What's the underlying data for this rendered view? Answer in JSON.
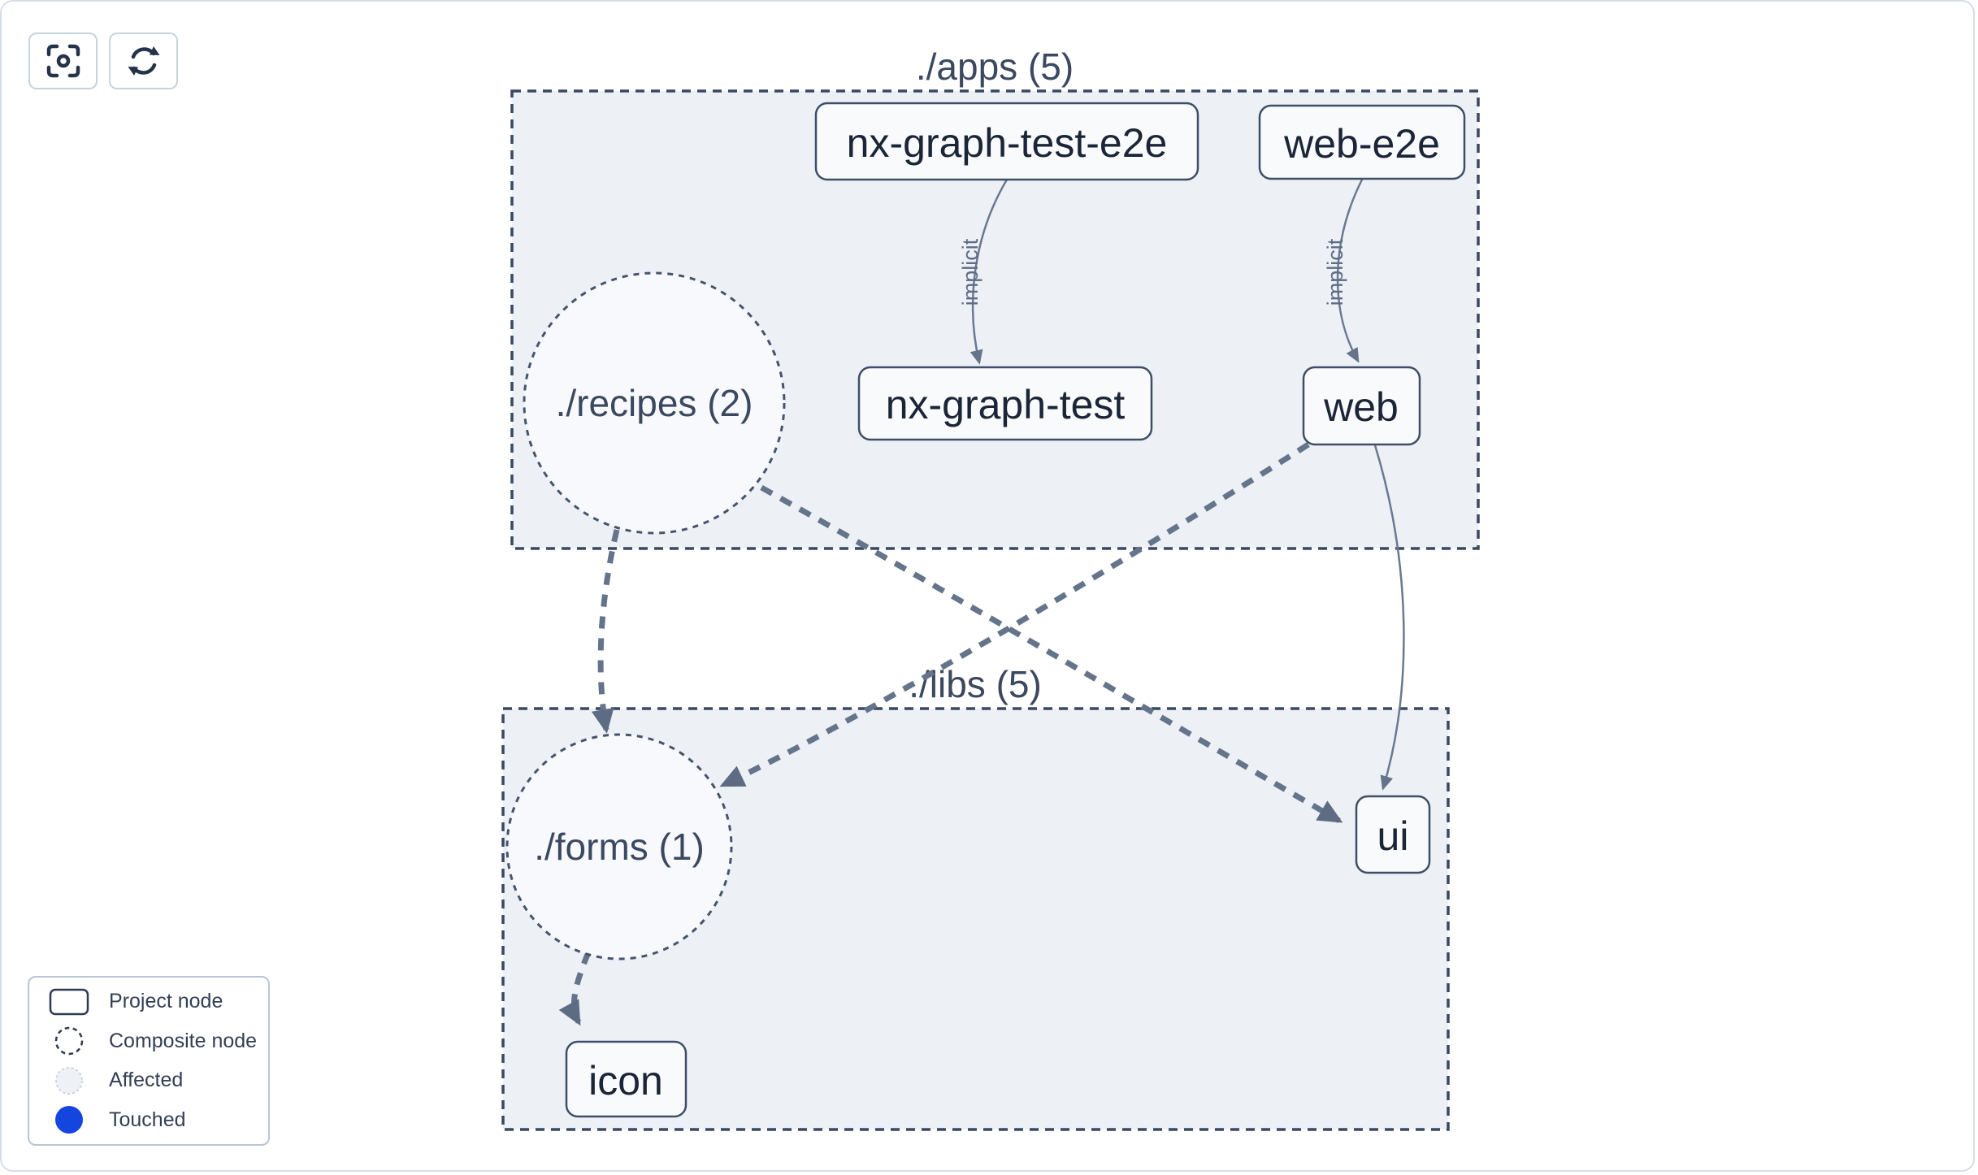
{
  "toolbar": {
    "focus_button": {
      "icon": "focus-viewfinder-icon"
    },
    "refresh_button": {
      "icon": "refresh-cycle-icon"
    }
  },
  "graph": {
    "clusters": [
      {
        "id": "apps",
        "label": "./apps (5)"
      },
      {
        "id": "libs",
        "label": "./libs (5)"
      }
    ],
    "nodes": [
      {
        "id": "nx-graph-test-e2e",
        "label": "nx-graph-test-e2e",
        "type": "project"
      },
      {
        "id": "web-e2e",
        "label": "web-e2e",
        "type": "project"
      },
      {
        "id": "nx-graph-test",
        "label": "nx-graph-test",
        "type": "project"
      },
      {
        "id": "web",
        "label": "web",
        "type": "project"
      },
      {
        "id": "recipes",
        "label": "./recipes (2)",
        "type": "composite"
      },
      {
        "id": "forms",
        "label": "./forms (1)",
        "type": "composite"
      },
      {
        "id": "ui",
        "label": "ui",
        "type": "project"
      },
      {
        "id": "icon",
        "label": "icon",
        "type": "project"
      }
    ],
    "edges": [
      {
        "from": "nx-graph-test-e2e",
        "to": "nx-graph-test",
        "label": "implicit",
        "style": "solid-thin"
      },
      {
        "from": "web-e2e",
        "to": "web",
        "label": "implicit",
        "style": "solid-thin"
      },
      {
        "from": "recipes",
        "to": "forms",
        "label": "",
        "style": "dashed-thick"
      },
      {
        "from": "recipes",
        "to": "ui",
        "label": "",
        "style": "dashed-thick"
      },
      {
        "from": "web",
        "to": "forms",
        "label": "",
        "style": "dashed-thick"
      },
      {
        "from": "web",
        "to": "ui",
        "label": "",
        "style": "solid-thin"
      },
      {
        "from": "forms",
        "to": "icon",
        "label": "",
        "style": "dashed-thick"
      }
    ]
  },
  "legend": {
    "items": [
      {
        "label": "Project node",
        "swatch": "project-rect"
      },
      {
        "label": "Composite node",
        "swatch": "dashed-circle"
      },
      {
        "label": "Affected",
        "swatch": "affected-circle"
      },
      {
        "label": "Touched",
        "swatch": "touched-circle"
      }
    ]
  },
  "colors": {
    "touched_blue": "#1545df",
    "affected_fill": "#eef2f7",
    "cluster_fill": "#edf1f6",
    "node_fill": "#f8fafc",
    "node_border": "#3f4e68",
    "edge_gray": "#64748b",
    "arrow_gray": "#5d6c83",
    "text_dark": "#1b2537",
    "canvas_border": "#d7dde9"
  }
}
